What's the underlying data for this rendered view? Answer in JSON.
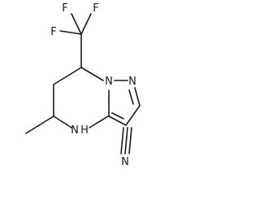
{
  "molecule": {
    "atoms": {
      "f_top_left": "F",
      "f_top_right": "F",
      "f_left": "F",
      "n_ring_bridge": "N",
      "n_ring_top": "N",
      "n_amine": "N",
      "h_amine": "H",
      "n_nitrile": "N"
    }
  }
}
